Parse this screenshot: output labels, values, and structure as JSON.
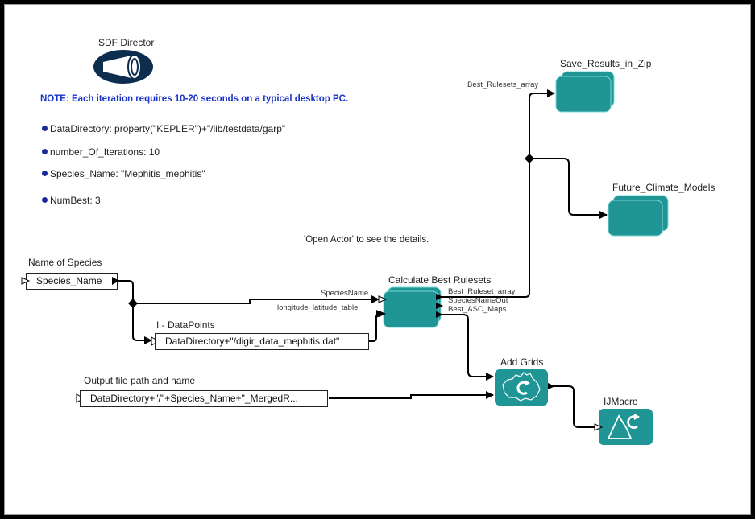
{
  "director": {
    "label": "SDF Director",
    "icon": "director-megaphone-icon"
  },
  "note": "NOTE: Each iteration requires 10-20 seconds on a typical desktop PC.",
  "parameters": [
    {
      "name": "DataDirectory",
      "text": "DataDirectory: property(\"KEPLER\")+\"/lib/testdata/garp\""
    },
    {
      "name": "number_Of_Iterations",
      "text": "number_Of_Iterations: 10"
    },
    {
      "name": "Species_Name",
      "text": "Species_Name: \"Mephitis_mephitis\""
    },
    {
      "name": "NumBest",
      "text": "NumBest: 3"
    }
  ],
  "hint": "'Open Actor' to see the details.",
  "constants": {
    "name_of_species": {
      "title": "Name of Species",
      "value": "Species_Name"
    },
    "datapoints": {
      "title": "I - DataPoints",
      "value": "DataDirectory+\"/digir_data_mephitis.dat\""
    },
    "output_file": {
      "title": "Output file path and name",
      "value": "DataDirectory+\"/\"+Species_Name+\"_MergedR..."
    }
  },
  "actors": {
    "calculate": {
      "title": "Calculate Best Rulesets",
      "inputs": [
        "SpeciesName",
        "longitude_latitude_table"
      ],
      "outputs": [
        "Best_Ruleset_array",
        "SpeciesNameOut",
        "Best_ASC_Maps"
      ]
    },
    "save_results": {
      "title": "Save_Results_in_Zip",
      "input_label": "Best_Rulesets_array"
    },
    "future_climate": {
      "title": "Future_Climate_Models"
    },
    "add_grids": {
      "title": "Add Grids",
      "icon": "australia-refresh-icon"
    },
    "ijmacro": {
      "title": "IJMacro",
      "icon": "mountain-refresh-icon"
    }
  },
  "colors": {
    "actor_fill": "#1f9595",
    "actor_edge": "#7fd8d8",
    "director": "#0d2d4f",
    "note": "#1a33cc",
    "bullet": "#1a2a99",
    "link": "#000000"
  }
}
